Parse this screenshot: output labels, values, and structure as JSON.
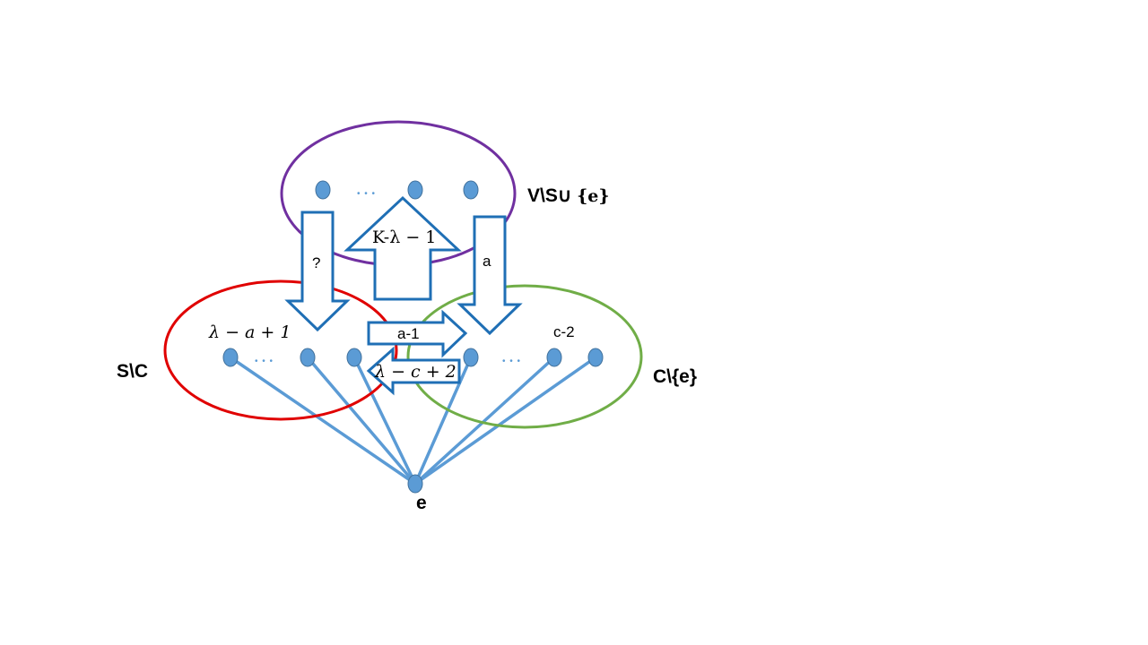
{
  "colors": {
    "top_set": "#7030A0",
    "left_set": "#E00000",
    "right_set": "#70AD47",
    "node": "#5B9BD5",
    "edge": "#5B9BD5",
    "arrow_stroke": "#1F6FB5",
    "text": "#000000"
  },
  "sets": {
    "top": {
      "label": "V\\S∪ ",
      "label_math": "{e}"
    },
    "left": {
      "label": "S\\C"
    },
    "right": {
      "label": "C\\{e}"
    }
  },
  "ellipses": {
    "top_dots": "• • •",
    "left_dots": "• • •",
    "right_dots": "• • •"
  },
  "counts": {
    "left_count": "λ − a + 1",
    "right_count": "c-2"
  },
  "arrows": {
    "top_to_left": "?",
    "left_to_top": "K-λ − 1",
    "top_to_right": "a",
    "left_to_right": "a-1",
    "right_to_left": "λ − c + 2"
  },
  "hub": {
    "label": "e"
  }
}
